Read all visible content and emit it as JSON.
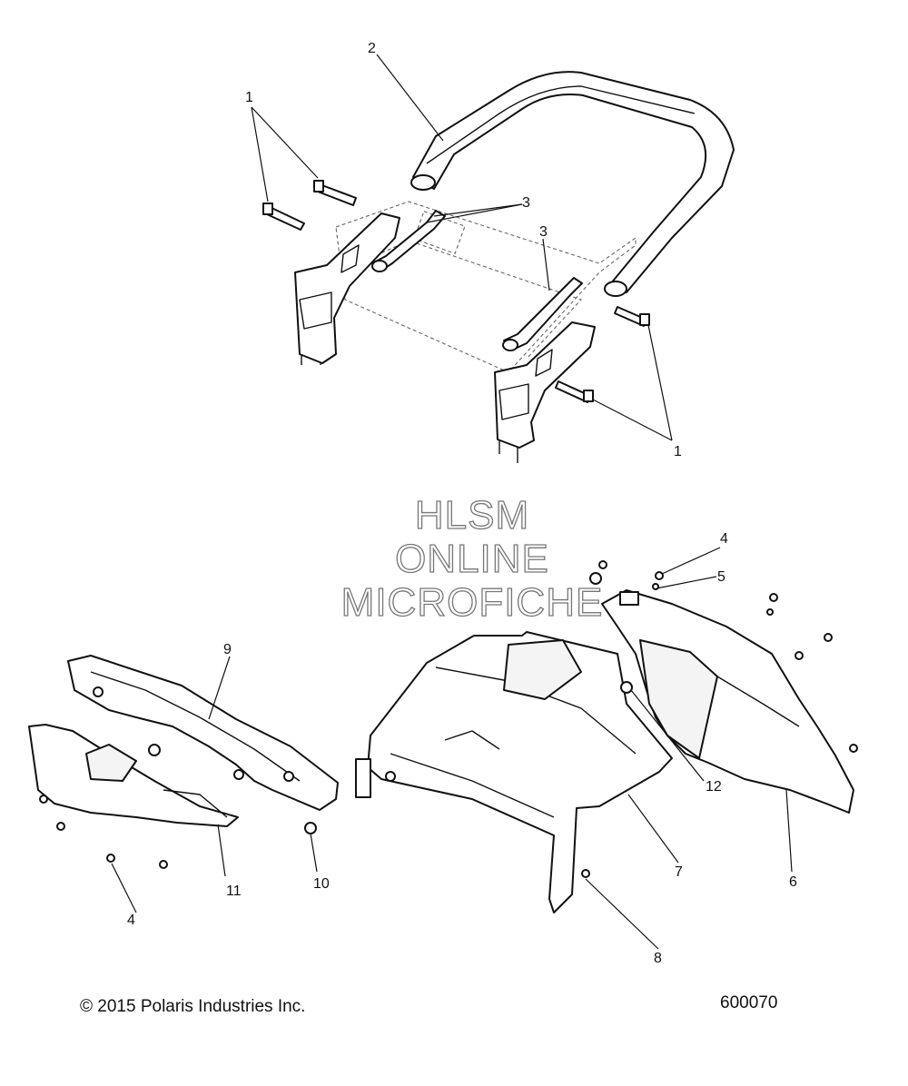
{
  "watermark": {
    "line1": "HLSM",
    "line2": "ONLINE",
    "line3": "MICROFICHE"
  },
  "callouts": {
    "c1a": "1",
    "c1b": "1",
    "c2": "2",
    "c3a": "3",
    "c3b": "3",
    "c4a": "4",
    "c4b": "4",
    "c5": "5",
    "c6": "6",
    "c7": "7",
    "c8": "8",
    "c9": "9",
    "c10": "10",
    "c11": "11",
    "c12": "12"
  },
  "footer": {
    "copyright": "© 2015 Polaris Industries Inc.",
    "drawing_number": "600070"
  }
}
